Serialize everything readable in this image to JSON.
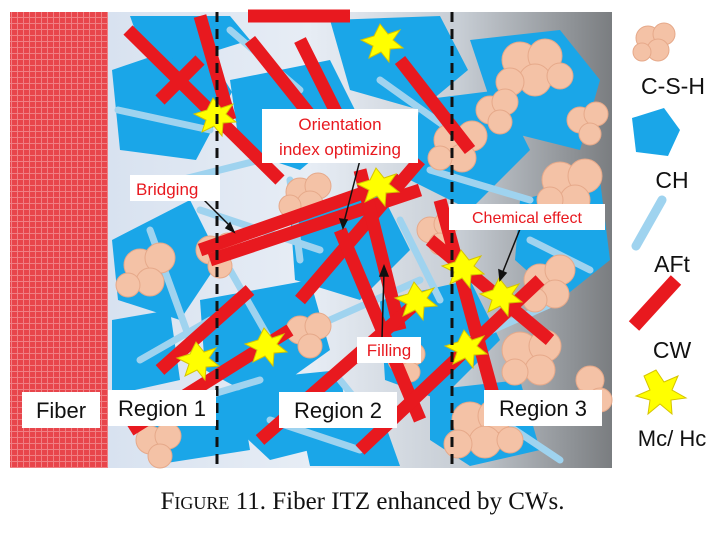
{
  "diagram": {
    "fiber_label": "Fiber",
    "regions": [
      "Region 1",
      "Region 2",
      "Region 3"
    ],
    "annotations": {
      "bridging": "Bridging",
      "orientation": [
        "Orientation",
        "index optimizing"
      ],
      "chemical": "Chemical effect",
      "filling": "Filling"
    },
    "legend": {
      "csh": "C-S-H",
      "ch": "CH",
      "aft": "AFt",
      "cw": "CW",
      "mc_hc": "Mc/ Hc"
    },
    "colors": {
      "fiber": "#e8454b",
      "cw": "#e8191f",
      "ch": "#1aa6e8",
      "aft": "#9fd3ef",
      "csh": "#f4c2a6",
      "star": "#ffff00",
      "label": "#e8191f"
    }
  },
  "caption": {
    "prefix": "Figure",
    "text": "11. Fiber ITZ enhanced by CWs."
  }
}
